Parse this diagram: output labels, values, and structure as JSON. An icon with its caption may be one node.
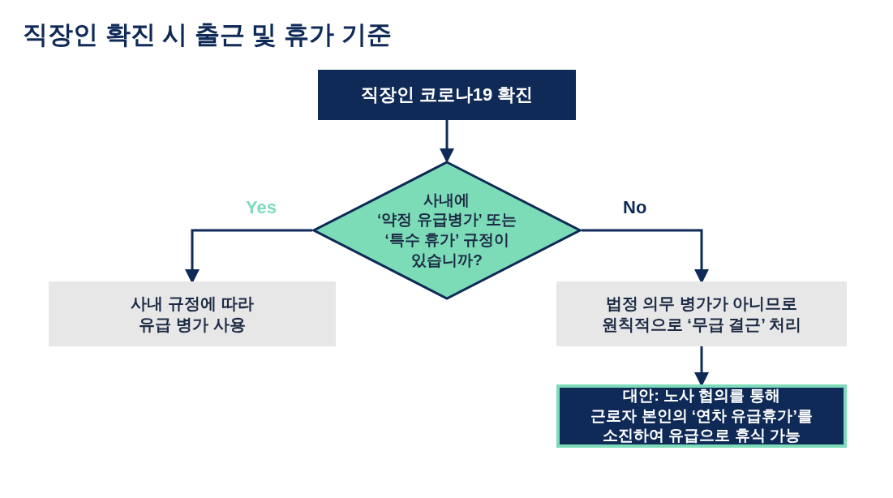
{
  "diagram": {
    "title": "직장인 확진 시 출근 및 휴가 기준",
    "nodes": [
      {
        "text": [
          "직장인 코로나19 확진"
        ]
      },
      {
        "text": [
          "사내에 ‘약정 유급병가’ 또는 ‘특수 휴가’ 규정이 있습니까?"
        ]
      },
      {
        "text": [
          "사내 규정에 따라 유급 병가 사용"
        ]
      },
      {
        "text": [
          "법정 의무 병가가 아니므로 원칙적으로 ‘무급 결근’ 처리"
        ]
      },
      {
        "text": [
          "대안: 노사 협의를 통해 근로자 본인의 ‘연차 유급휴가’를 소진하여 유급으로 휴식 가능"
        ]
      }
    ],
    "edges": [
      {
        "from": 0,
        "to": 1,
        "arrow": "to"
      },
      {
        "from": 1,
        "to": 2,
        "arrow": "to",
        "label": "Yes"
      },
      {
        "from": 1,
        "to": 3,
        "arrow": "to",
        "label": "No"
      },
      {
        "from": 3,
        "to": 4,
        "arrow": "to"
      }
    ]
  }
}
